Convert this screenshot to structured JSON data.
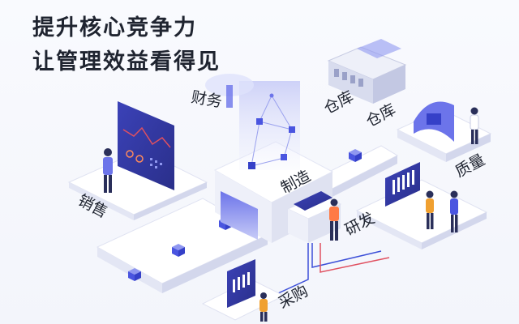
{
  "headline": {
    "line1": "提升核心竞争力",
    "line2": "让管理效益看得见"
  },
  "labels": {
    "finance": "财务",
    "warehouse_1": "仓库",
    "warehouse_2": "仓库",
    "manufacturing": "制造",
    "quality": "质量",
    "sales": "销售",
    "rnd": "研发",
    "purchasing": "采购"
  },
  "colors": {
    "accent": "#4a55e0",
    "accent_light": "#8f97f0",
    "platform": "#ffffff",
    "platform_shadow": "#dde1f0",
    "text": "#1f2430",
    "cable_blue": "#3c4fd8",
    "cable_red": "#e05060"
  }
}
